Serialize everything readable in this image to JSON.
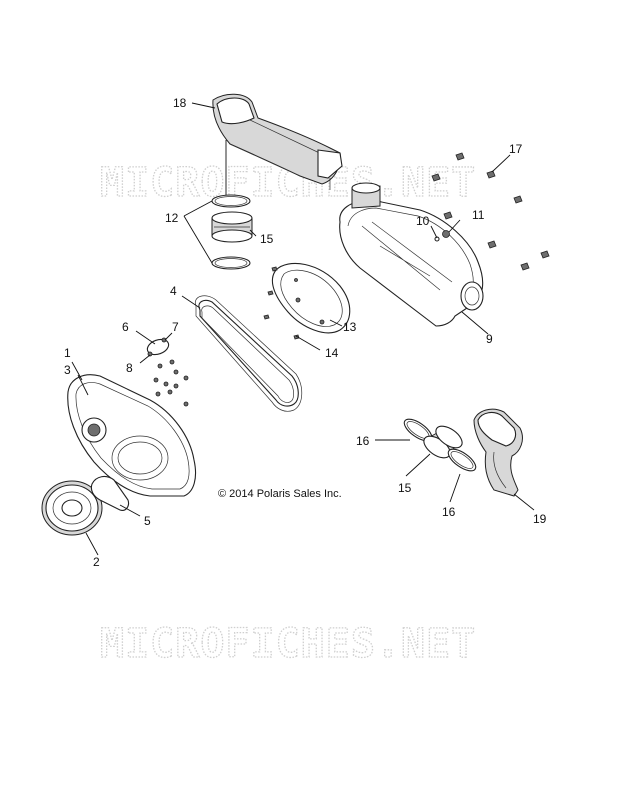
{
  "watermark": "MICROFICHES.NET",
  "copyright": "© 2014 Polaris Sales Inc.",
  "callouts": {
    "c1": "1",
    "c2": "2",
    "c3": "3",
    "c4": "4",
    "c5": "5",
    "c6": "6",
    "c7": "7",
    "c8": "8",
    "c9": "9",
    "c10": "10",
    "c11": "11",
    "c12": "12",
    "c13": "13",
    "c14": "14",
    "c15a": "15",
    "c15b": "15",
    "c16a": "16",
    "c16b": "16",
    "c17": "17",
    "c18": "18",
    "c19": "19"
  }
}
